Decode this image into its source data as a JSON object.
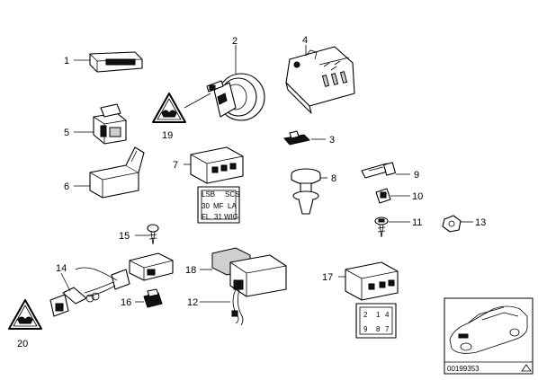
{
  "diagram": {
    "callouts": [
      {
        "id": "c1",
        "text": "1"
      },
      {
        "id": "c2",
        "text": "2"
      },
      {
        "id": "c3",
        "text": "3"
      },
      {
        "id": "c4",
        "text": "4"
      },
      {
        "id": "c5",
        "text": "5"
      },
      {
        "id": "c6",
        "text": "6"
      },
      {
        "id": "c7",
        "text": "7"
      },
      {
        "id": "c8",
        "text": "8"
      },
      {
        "id": "c9",
        "text": "9"
      },
      {
        "id": "c10",
        "text": "10"
      },
      {
        "id": "c11",
        "text": "11"
      },
      {
        "id": "c12",
        "text": "12"
      },
      {
        "id": "c13",
        "text": "13"
      },
      {
        "id": "c14",
        "text": "14"
      },
      {
        "id": "c15",
        "text": "15"
      },
      {
        "id": "c16",
        "text": "16"
      },
      {
        "id": "c17",
        "text": "17"
      },
      {
        "id": "c18",
        "text": "18"
      },
      {
        "id": "c19",
        "text": "19"
      },
      {
        "id": "c20",
        "text": "20"
      }
    ],
    "relay_pin_labels": {
      "relay7": [
        "LSB",
        "SCS",
        "30",
        "MF",
        "LA",
        "FL",
        "31",
        "WIG"
      ],
      "relay17": [
        "2",
        "1",
        "4",
        "9",
        "8",
        "7"
      ]
    },
    "reference_number": "00199353"
  }
}
